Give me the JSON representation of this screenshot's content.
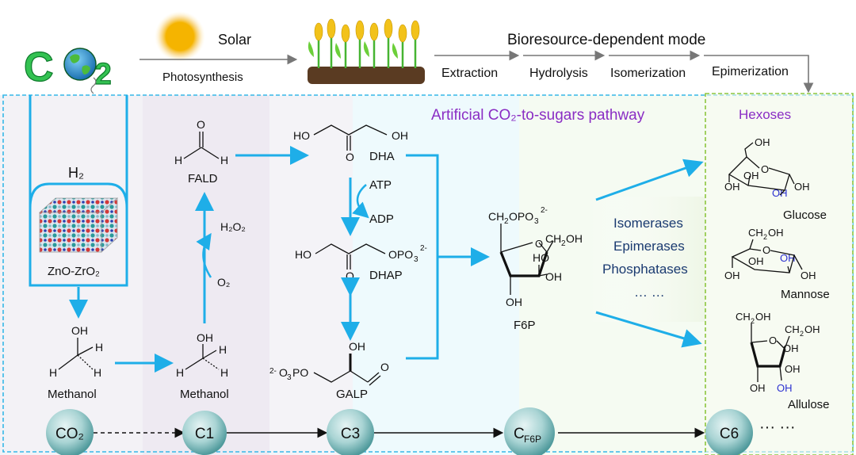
{
  "top": {
    "co2_logo": "CO2",
    "solar": "Solar",
    "photosynthesis": "Photosynthesis",
    "mode_title": "Bioresource-dependent mode",
    "steps": [
      "Extraction",
      "Hydrolysis",
      "Isomerization",
      "Epimerization"
    ]
  },
  "pathway_title": "Artificial CO₂-to-sugars pathway",
  "catalyst": {
    "h2": "H₂",
    "label": "ZnO-ZrO₂"
  },
  "molecules": {
    "fald": "FALD",
    "methanol_1": "Methanol",
    "methanol_2": "Methanol",
    "h2o2": "H₂O₂",
    "o2": "O₂",
    "dha": "DHA",
    "atp": "ATP",
    "adp": "ADP",
    "dhap": "DHAP",
    "galp": "GALP",
    "f6p": "F6P"
  },
  "enzymes": [
    "Isomerases",
    "Epimerases",
    "Phosphatases",
    "… …"
  ],
  "hexoses": {
    "title": "Hexoses",
    "items": [
      "Glucose",
      "Mannose",
      "Allulose"
    ]
  },
  "carbon_nodes": [
    "CO₂",
    "C1",
    "C3",
    "C6"
  ],
  "cf6p": {
    "main": "C",
    "sub": "F6P"
  },
  "trailing": "··· ···",
  "colors": {
    "arrow_blue": "#1eaee8",
    "title_purple": "#8a2dc4",
    "co2_green": "#2ab64a",
    "hexose_border": "#8dc63f",
    "pathway_border": "#36b8e8"
  }
}
